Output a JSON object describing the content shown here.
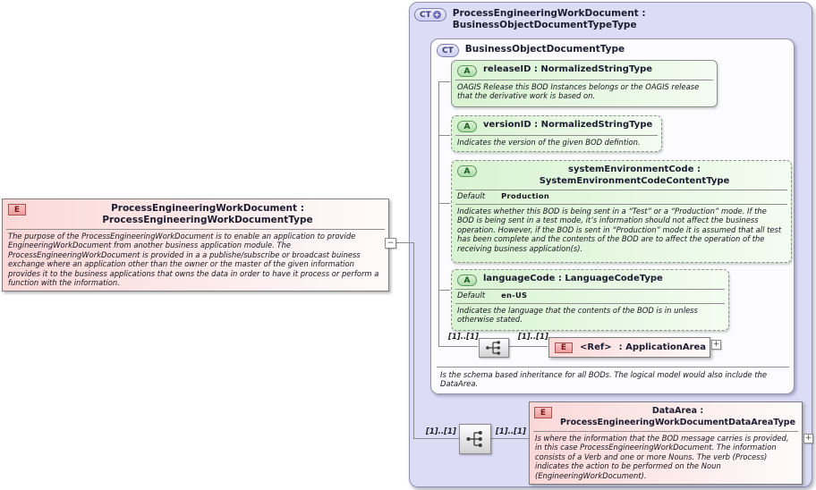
{
  "palette": {
    "container_fill": "#dcdcf7",
    "container_border": "#9191b8",
    "element_pink": "#fbd8d8",
    "attribute_green": "#d9f3d2",
    "title_navy": "#1c1c30",
    "element_icon_red": "#7c1818",
    "attribute_icon_green": "#1c5c20",
    "complextype_icon_blue": "#3a3a7c",
    "connector_gray": "#8c8c8c"
  },
  "left_element": {
    "icon_text": "E",
    "title": "ProcessEngineeringWorkDocument : ProcessEngineeringWorkDocumentType",
    "description": "The purpose of the ProcessEngineeringWorkDocument is to enable an application to provide EngineeringWorkDocument from another business application module. The ProcessEngineeringWorkDocument is provided in a a publishe/subscribe or broadcast buiness exchange where an application other than the owner or the master of the given information provides it to the business applications that owns the data in order to have it process or perform a function with the information.",
    "collapse_glyph": "−"
  },
  "container": {
    "icon_text": "CT",
    "icon_plus": "+",
    "title": "ProcessEngineeringWorkDocument : BusinessObjectDocumentTypeType",
    "bod": {
      "icon_text": "CT",
      "title": "BusinessObjectDocumentType",
      "attributes": [
        {
          "icon_text": "A",
          "title": "releaseID : NormalizedStringType",
          "description": "OAGIS Release this BOD Instances belongs or the OAGIS release that the derivative work is based on."
        },
        {
          "icon_text": "A",
          "title": "versionID : NormalizedStringType",
          "description": "Indicates the version of the given BOD defintion."
        },
        {
          "icon_text": "A",
          "title": "systemEnvironmentCode : SystemEnvironmentCodeContentType",
          "default_label": "Default",
          "default_value": "Production",
          "description": "Indicates whether this BOD is being sent in a “Test” or a “Production” mode. If the BOD is being sent in a test mode, it’s information should not affect the business operation. However, if the BOD is sent in “Production” mode it is assumed that all test has been complete and the contents of the BOD are to affect the operation of the receiving business application(s)."
        },
        {
          "icon_text": "A",
          "title": "languageCode : LanguageCodeType",
          "default_label": "Default",
          "default_value": "en-US",
          "description": "Indicates the language that the contents of the BOD is in unless otherwise stated."
        }
      ],
      "sequence": {
        "left_multiplicity": "[1]..[1]",
        "right_multiplicity": "[1]..[1]"
      },
      "application_area_ref": {
        "icon_text": "E",
        "ref_label": "<Ref>",
        "type_label": ": ApplicationArea",
        "expand_glyph": "+"
      },
      "footer_note": "Is the schema based inheritance for all BODs. The logical model would also include the DataArea."
    },
    "data_area_link": {
      "left_multiplicity": "[1]..[1]",
      "right_multiplicity": "[1]..[1]"
    },
    "data_area": {
      "icon_text": "E",
      "title": "DataArea : ProcessEngineeringWorkDocumentDataAreaType",
      "description": "Is where the information that the BOD message carries is provided, in this case ProcessEngineeringWorkDocument. The information consists of a Verb and one or more Nouns. The verb (Process) indicates the action to be performed on the Noun (EngineeringWorkDocument).",
      "expand_glyph": "+"
    }
  }
}
